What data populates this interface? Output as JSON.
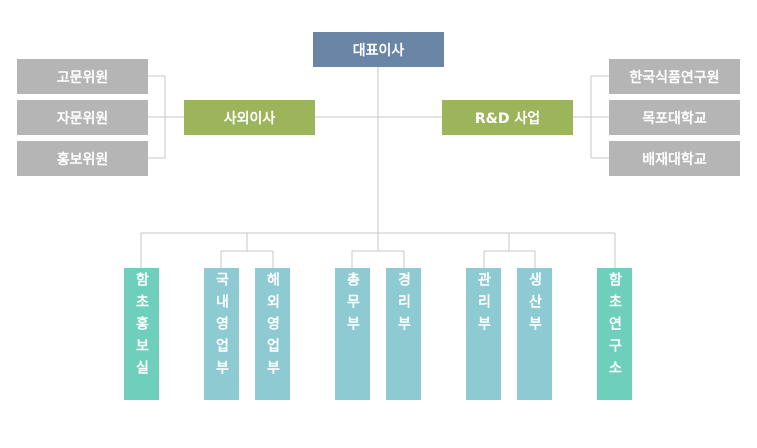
{
  "top": {
    "label": "대표이사"
  },
  "left_group": {
    "label": "사외이사",
    "items": [
      {
        "label": "고문위원"
      },
      {
        "label": "자문위원"
      },
      {
        "label": "홍보위원"
      }
    ]
  },
  "right_group": {
    "label": "R&D 사업",
    "items": [
      {
        "label": "한국식품연구원"
      },
      {
        "label": "목포대학교"
      },
      {
        "label": "배재대학교"
      }
    ]
  },
  "departments": [
    {
      "label": "함초홍보실"
    },
    {
      "label": "국내영업부"
    },
    {
      "label": "해외영업부"
    },
    {
      "label": "총무부"
    },
    {
      "label": "경리부"
    },
    {
      "label": "관리부"
    },
    {
      "label": "생산부"
    },
    {
      "label": "함초연구소"
    }
  ],
  "colors": {
    "ceo": "#6a85a6",
    "advisor": "#b5b5b5",
    "group": "#9db55a",
    "dept_accent": "#6fcfbd",
    "dept": "#8ecad2",
    "connector": "#c7c7c7"
  }
}
